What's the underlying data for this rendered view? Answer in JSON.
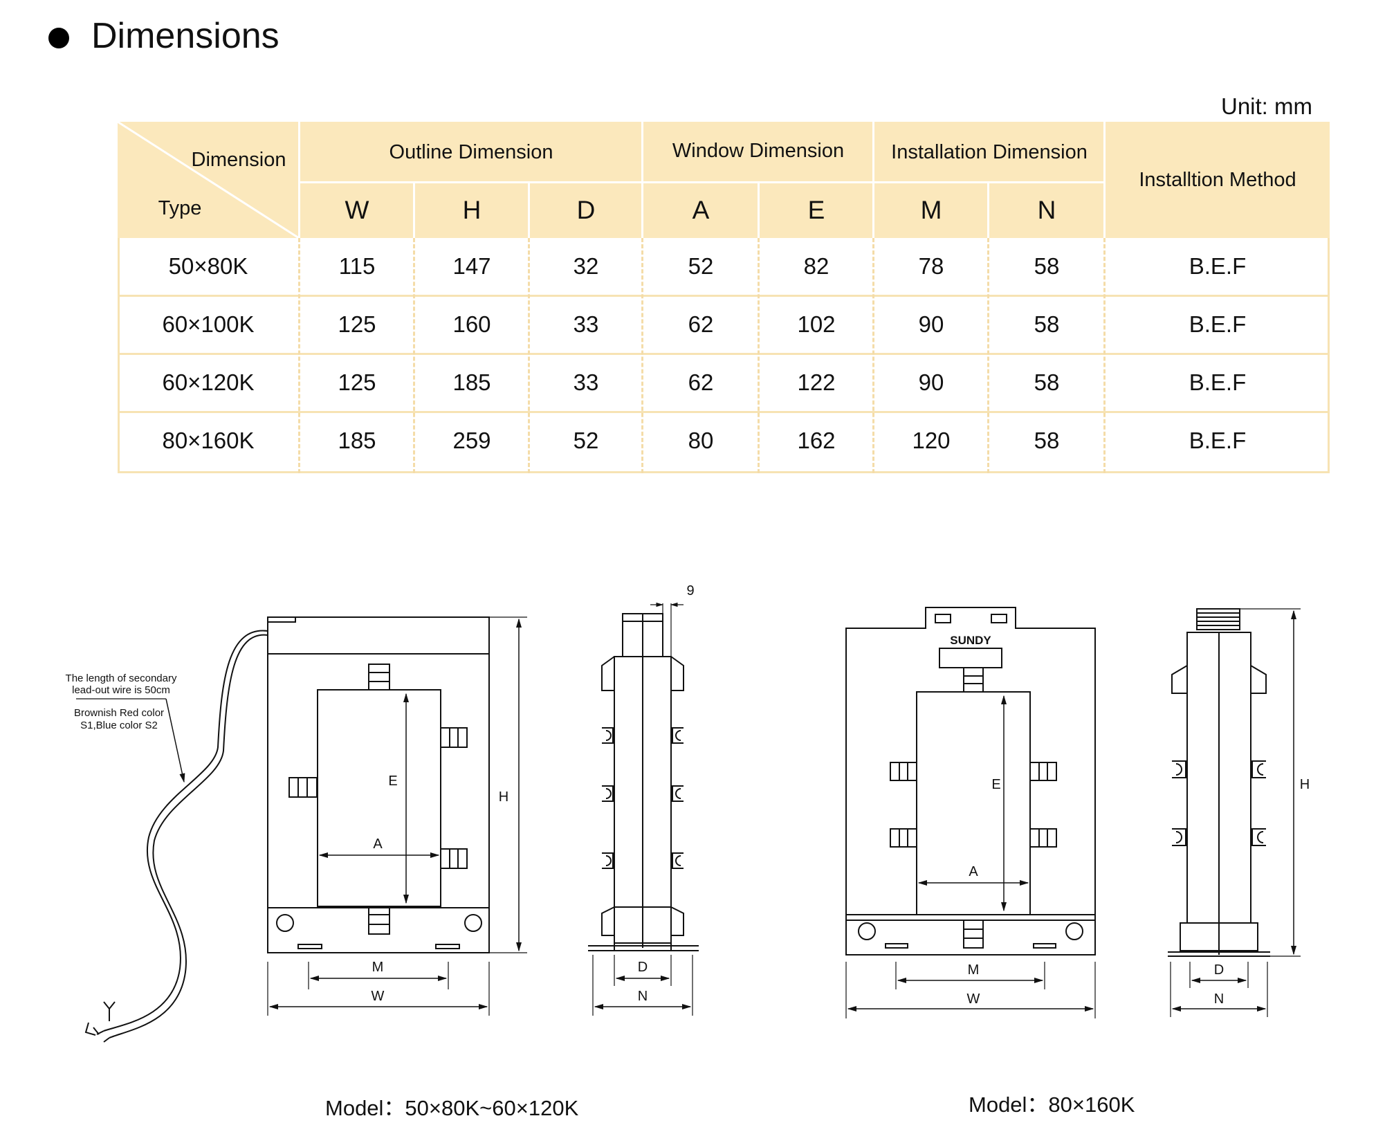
{
  "title": "Dimensions",
  "unit": "Unit: mm",
  "table": {
    "corner_top": "Dimension",
    "corner_bottom": "Type",
    "groups": [
      "Outline Dimension",
      "Window Dimension",
      "Installation Dimension",
      "Installtion Method"
    ],
    "columns": [
      "W",
      "H",
      "D",
      "A",
      "E",
      "M",
      "N"
    ],
    "rows": [
      [
        "50×80K",
        "115",
        "147",
        "32",
        "52",
        "82",
        "78",
        "58",
        "B.E.F"
      ],
      [
        "60×100K",
        "125",
        "160",
        "33",
        "62",
        "102",
        "90",
        "58",
        "B.E.F"
      ],
      [
        "60×120K",
        "125",
        "185",
        "33",
        "62",
        "122",
        "90",
        "58",
        "B.E.F"
      ],
      [
        "80×160K",
        "185",
        "259",
        "52",
        "80",
        "162",
        "120",
        "58",
        "B.E.F"
      ]
    ]
  },
  "drawings": {
    "note_line1": "The length of secondary",
    "note_line2": "lead-out wire is 50cm",
    "note_line3": "Brownish Red color",
    "note_line4": "S1,Blue color S2",
    "dim_9": "9",
    "labels": {
      "W": "W",
      "H": "H",
      "D": "D",
      "A": "A",
      "E": "E",
      "M": "M",
      "N": "N"
    },
    "brand": "SUNDY",
    "caption_left": "Model：50×80K~60×120K",
    "caption_right": "Model：80×160K"
  },
  "colors": {
    "header_bg": "#fbe8bc",
    "grid": "#f4dca8",
    "ink": "#111111"
  }
}
